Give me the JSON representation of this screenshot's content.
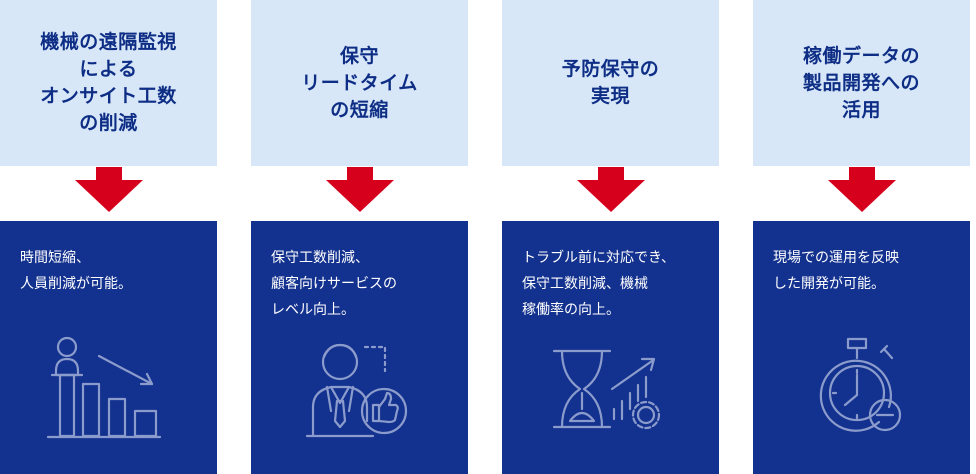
{
  "steps": [
    {
      "title": "機械の遠隔監視\nによる\nオンサイト工数\nの削減",
      "description": "時間短縮、\n人員削減が可能。",
      "icon": "person-bar-decline-icon"
    },
    {
      "title": "保守\nリードタイム\nの短縮",
      "description": "保守工数削減、\n顧客向けサービスの\nレベル向上。",
      "icon": "businessman-thumbs-up-icon"
    },
    {
      "title": "予防保守の\n実現",
      "description": "トラブル前に対応でき、\n保守工数削減、機械\n稼働率の向上。",
      "icon": "hourglass-growth-gear-icon"
    },
    {
      "title": "稼働データの\n製品開発への\n活用",
      "description": "現場での運用を反映\nした開発が可能。",
      "icon": "stopwatch-minus-icon"
    }
  ],
  "colors": {
    "header_bg": "#d8e7f8",
    "header_text": "#0e2e86",
    "arrow": "#d6001c",
    "body_bg": "#13318e",
    "icon_stroke": "#8b9ccc"
  }
}
